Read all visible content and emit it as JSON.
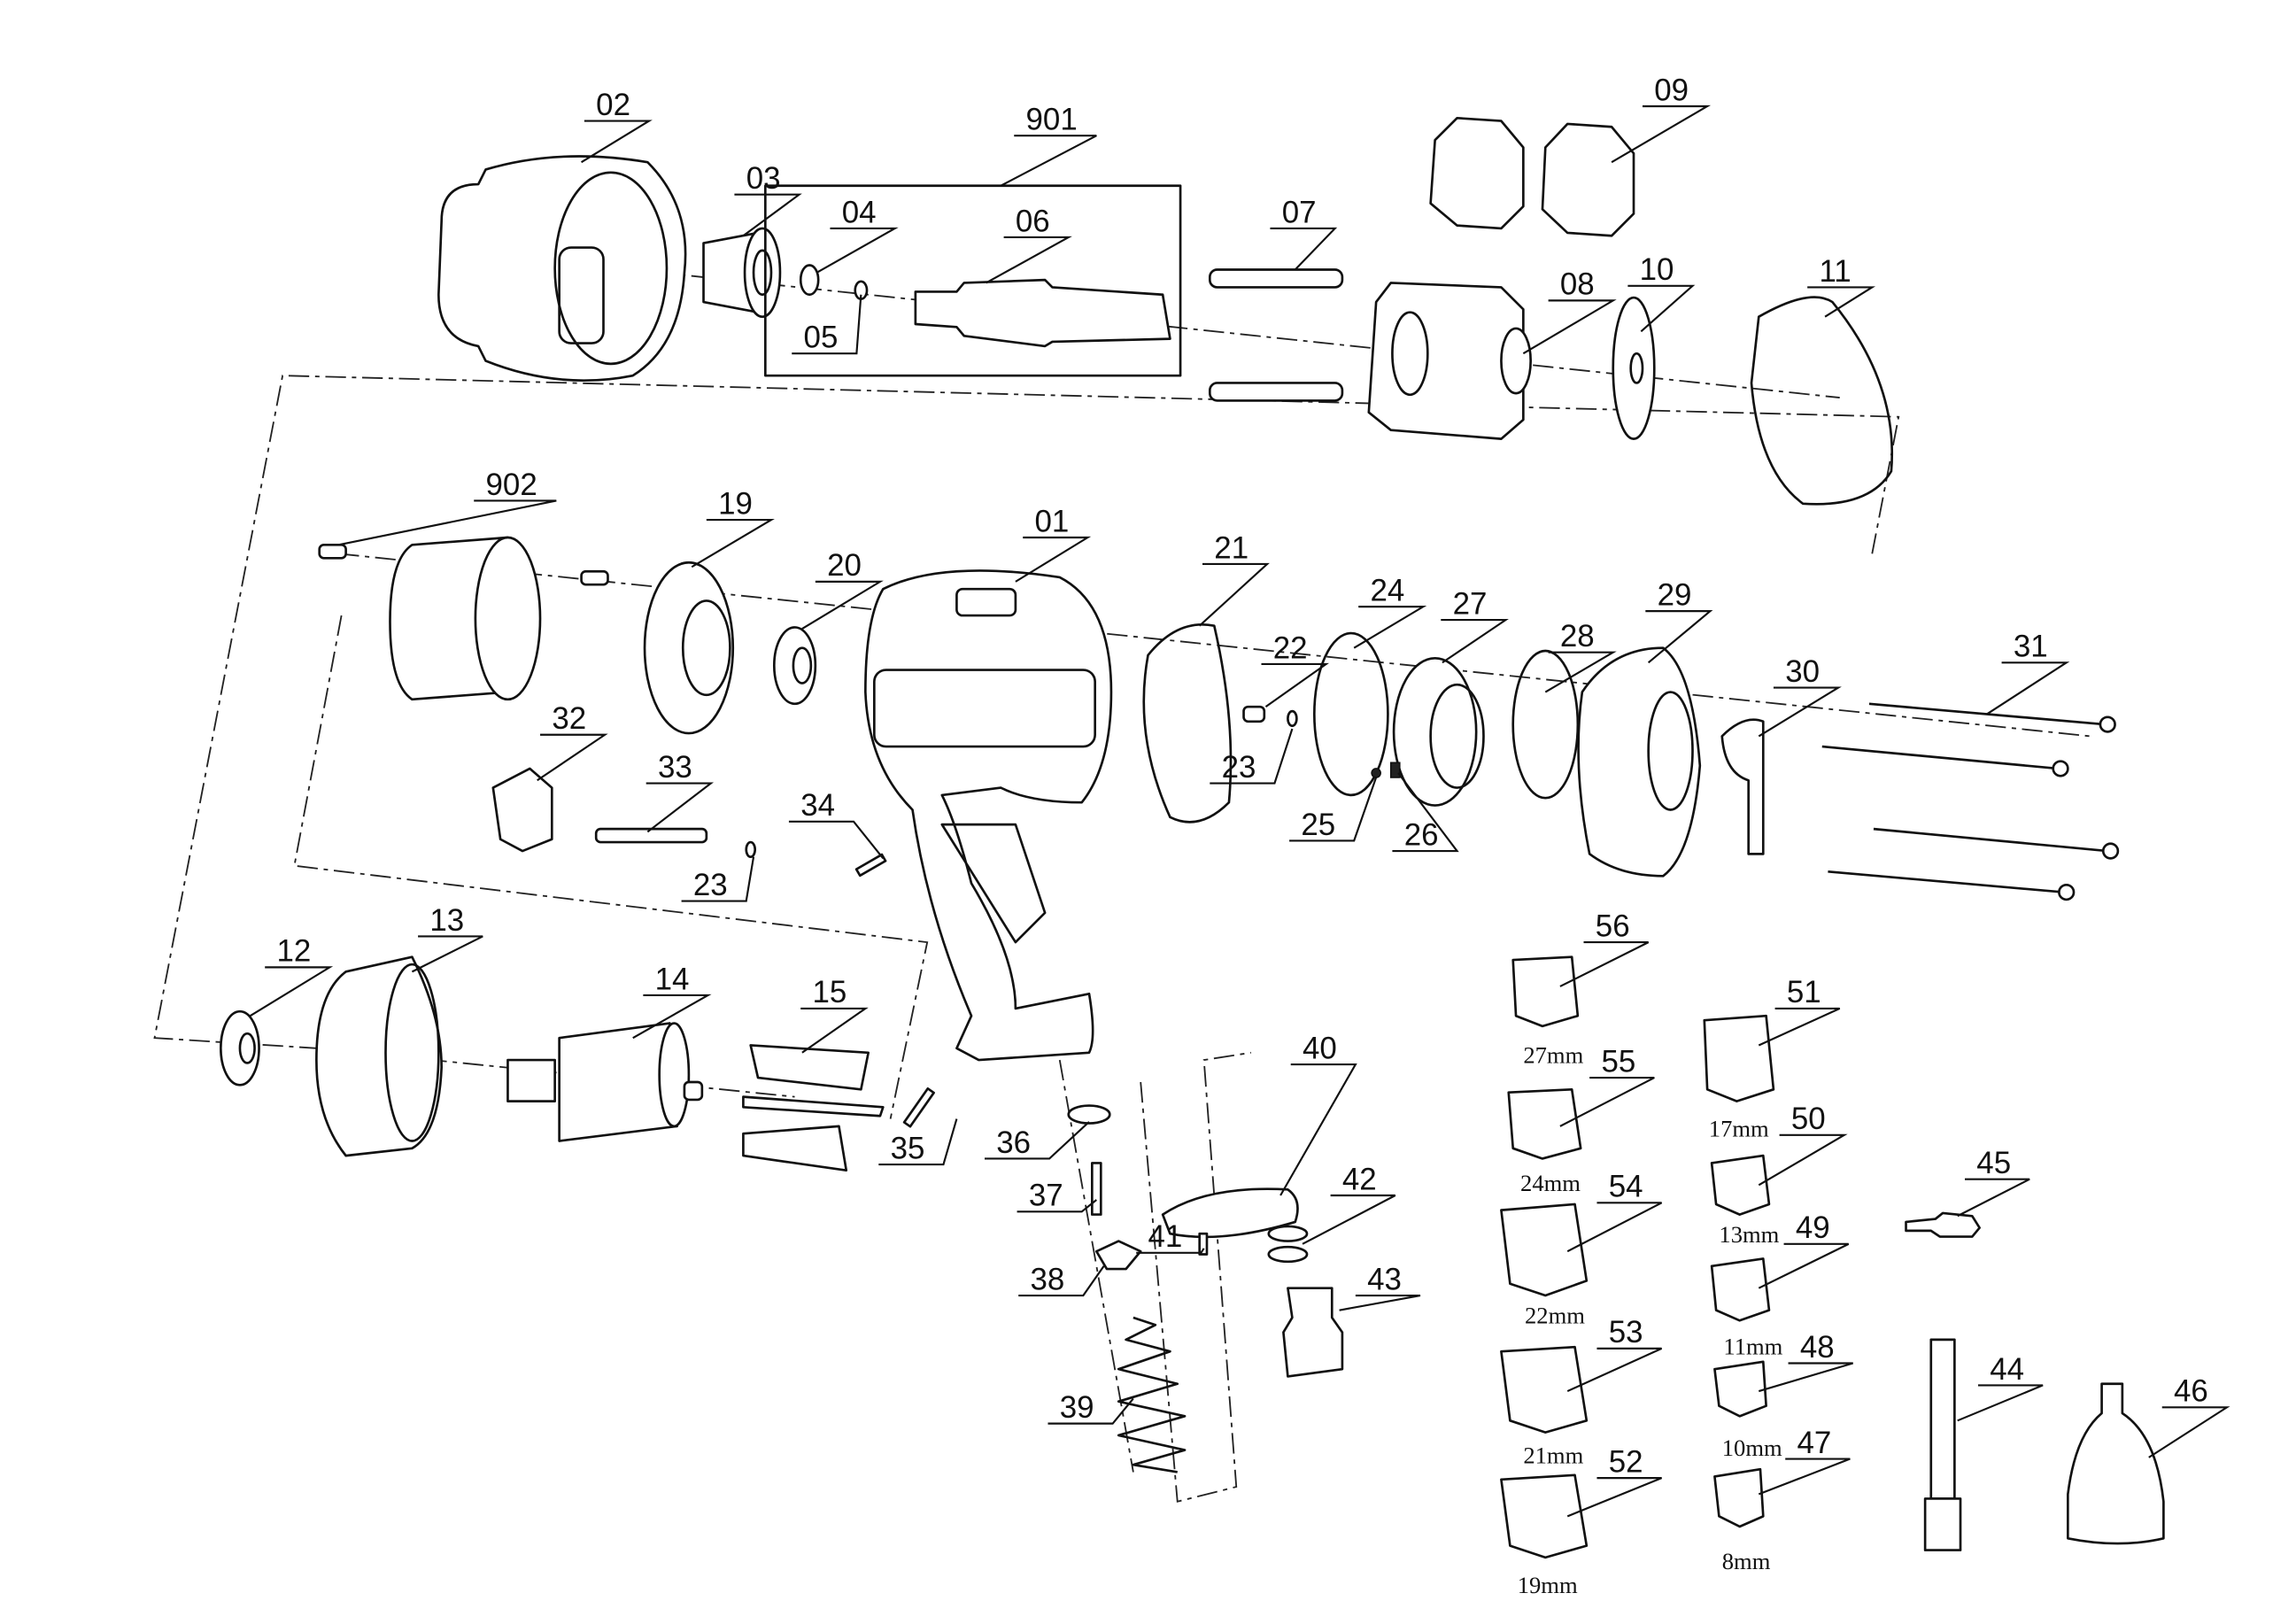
{
  "parts": {
    "p01": "01",
    "p02": "02",
    "p03": "03",
    "p04": "04",
    "p05": "05",
    "p06": "06",
    "p07": "07",
    "p08": "08",
    "p09": "09",
    "p10": "10",
    "p11": "11",
    "p12": "12",
    "p13": "13",
    "p14": "14",
    "p15": "15",
    "p19": "19",
    "p20": "20",
    "p21": "21",
    "p22": "22",
    "p23a": "23",
    "p23b": "23",
    "p24": "24",
    "p25": "25",
    "p26": "26",
    "p27": "27",
    "p28": "28",
    "p29": "29",
    "p30": "30",
    "p31": "31",
    "p32": "32",
    "p33": "33",
    "p34": "34",
    "p35": "35",
    "p36": "36",
    "p37": "37",
    "p38": "38",
    "p39": "39",
    "p40": "40",
    "p41": "41",
    "p42": "42",
    "p43": "43",
    "p44": "44",
    "p45": "45",
    "p46": "46",
    "p47": "47",
    "p48": "48",
    "p49": "49",
    "p50": "50",
    "p51": "51",
    "p52": "52",
    "p53": "53",
    "p54": "54",
    "p55": "55",
    "p56": "56",
    "p901": "901",
    "p902": "902"
  },
  "socket_sizes": {
    "s56": "27mm",
    "s55": "24mm",
    "s54": "22mm",
    "s53": "21mm",
    "s52": "19mm",
    "s51": "17mm",
    "s50": "13mm",
    "s49": "11mm",
    "s48": "10mm",
    "s47": "8mm"
  }
}
